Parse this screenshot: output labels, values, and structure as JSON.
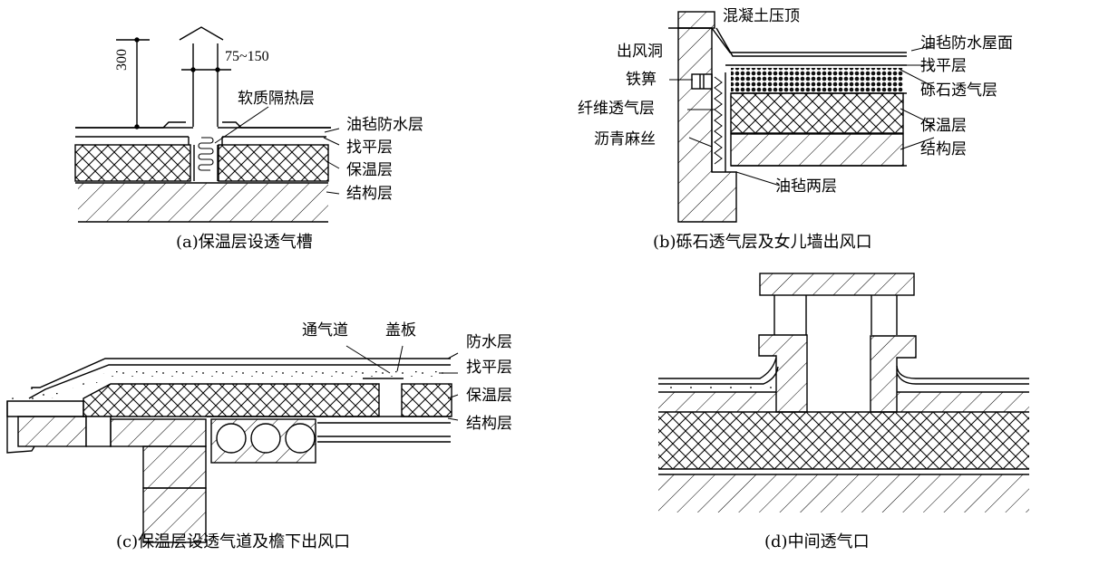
{
  "figure_a": {
    "caption": "(a)保温层设透气槽",
    "dimension_height": "300",
    "dimension_width": "75~150",
    "labels": {
      "soft_insulation": "软质隔热层",
      "waterproof": "油毡防水层",
      "leveling": "找平层",
      "insulation": "保温层",
      "structure": "结构层"
    }
  },
  "figure_b": {
    "caption": "(b)砾石透气层及女儿墙出风口",
    "labels": {
      "coping": "混凝土压顶",
      "outlet": "出风洞",
      "grate": "铁箅",
      "fiber_layer": "纤维透气层",
      "asphalt_hemp": "沥青麻丝",
      "waterproof_roof": "油毡防水屋面",
      "leveling": "找平层",
      "gravel_layer": "砾石透气层",
      "insulation": "保温层",
      "structure": "结构层",
      "felt_two_layers": "油毡两层"
    }
  },
  "figure_c": {
    "caption": "(c)保温层设透气道及檐下出风口",
    "labels": {
      "channel": "通气道",
      "cover": "盖板",
      "waterproof": "防水层",
      "leveling": "找平层",
      "insulation": "保温层",
      "structure": "结构层"
    }
  },
  "figure_d": {
    "caption": "(d)中间透气口"
  }
}
